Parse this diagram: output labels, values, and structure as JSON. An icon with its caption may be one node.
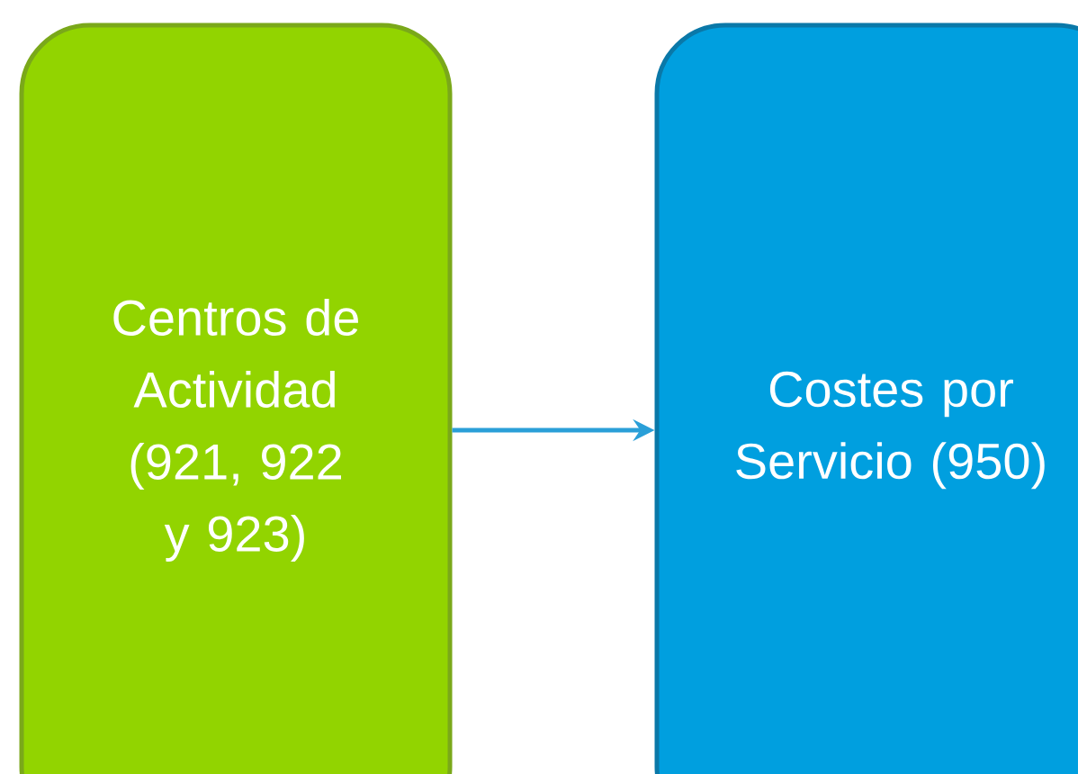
{
  "diagram": {
    "nodes": [
      {
        "text": [
          "Centros de Actividad (921, 922 y 923)"
        ]
      },
      {
        "text": [
          "Costes por Servicio (950)"
        ]
      }
    ],
    "edges": [
      {
        "from": 0,
        "to": 1,
        "arrow": "to"
      }
    ]
  }
}
